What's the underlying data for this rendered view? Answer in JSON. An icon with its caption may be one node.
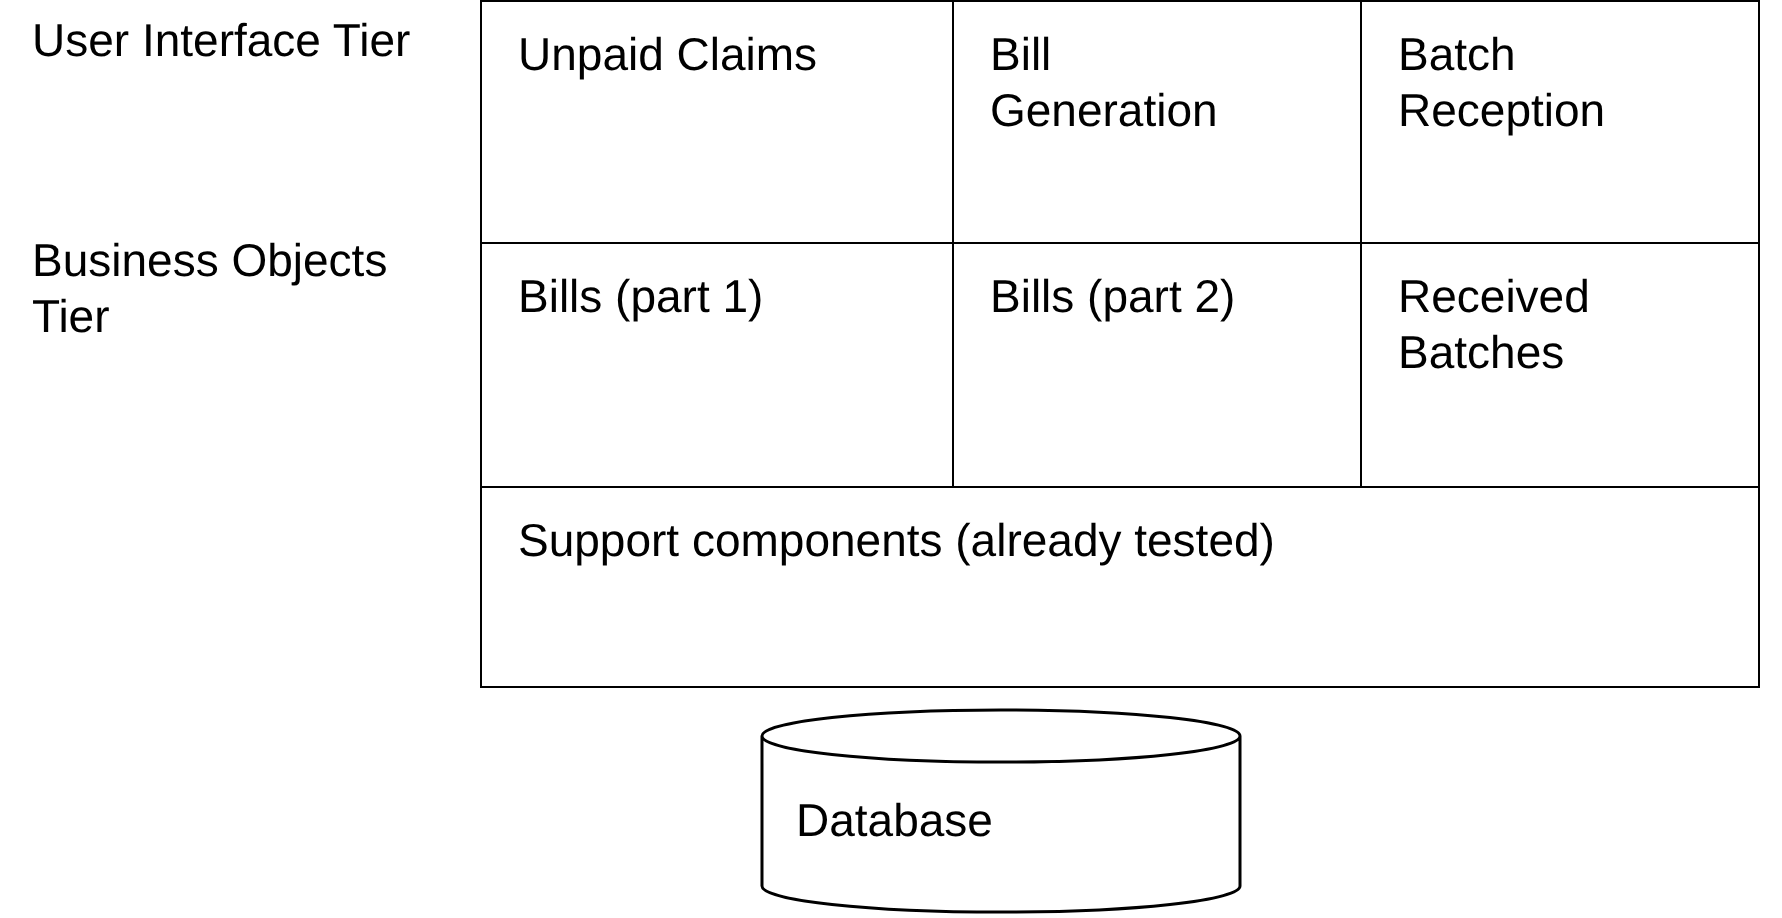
{
  "diagram": {
    "nodes": [
      {
        "text": [
          "Unpaid Claims"
        ]
      },
      {
        "text": [
          "Bill Generation"
        ]
      },
      {
        "text": [
          "Batch Reception"
        ]
      },
      {
        "text": [
          "Bills (part 1)"
        ]
      },
      {
        "text": [
          "Bills (part 2)"
        ]
      },
      {
        "text": [
          "Received Batches"
        ]
      },
      {
        "text": [
          "Support components (already tested)"
        ]
      },
      {
        "text": [
          "Database"
        ]
      }
    ],
    "edges": [],
    "labels": [
      "User Interface Tier",
      "Business Objects Tier"
    ]
  }
}
